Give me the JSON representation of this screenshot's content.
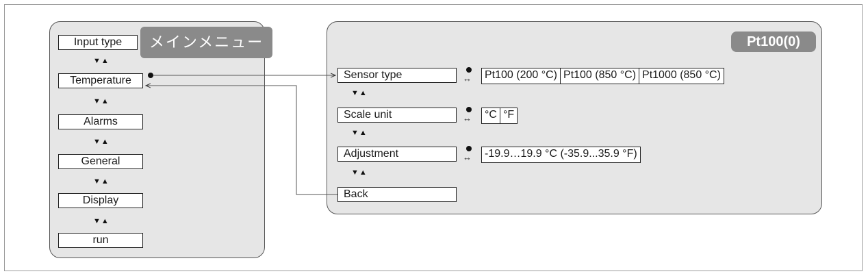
{
  "main_menu": {
    "badge": "メインメニュー",
    "items": [
      "Input type",
      "Temperature",
      "Alarms",
      "General",
      "Display",
      "run"
    ],
    "separator": "▼▲"
  },
  "submenu": {
    "badge": "Pt100(0)",
    "items": [
      {
        "label": "Sensor type",
        "options": [
          "Pt100 (200 °C)",
          "Pt100 (850 °C)",
          "Pt1000 (850 °C)"
        ]
      },
      {
        "label": "Scale unit",
        "options": [
          "°C",
          "°F"
        ]
      },
      {
        "label": "Adjustment",
        "options": [
          "-19.9…19.9 °C (-35.9...35.9 °F)"
        ]
      },
      {
        "label": "Back",
        "options": []
      }
    ],
    "separator": "▼▲",
    "link_symbol": "↔"
  }
}
